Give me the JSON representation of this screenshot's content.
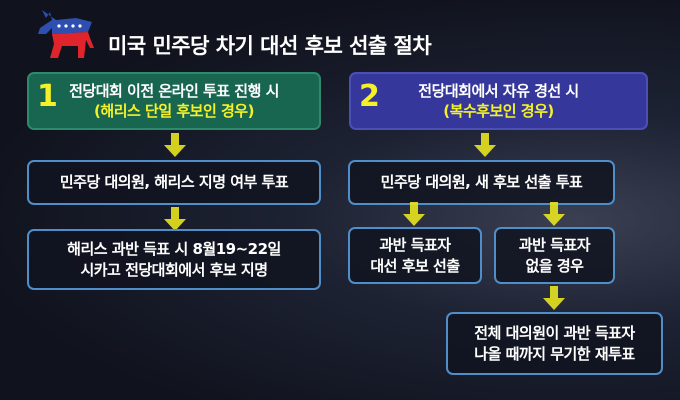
{
  "title": "미국 민주당 차기 대선 후보 선출 절차",
  "colors": {
    "accent_yellow": "#f4f129",
    "teal": "#18664f",
    "purple": "#35389a",
    "border_blue": "#4f8ec9"
  },
  "left": {
    "number": "1",
    "heading": "전당대회 이전 온라인 투표 진행 시",
    "subheading": "(해리스 단일 후보인 경우)",
    "step1": "민주당 대의원, 해리스 지명 여부 투표",
    "step2_line1": "해리스 과반 득표 시 8월19~22일",
    "step2_line2": "시카고 전당대회에서 후보 지명"
  },
  "right": {
    "number": "2",
    "heading": "전당대회에서 자유 경선 시",
    "subheading": "(복수후보인 경우)",
    "step1": "민주당 대의원, 새 후보 선출 투표",
    "branch_a_line1": "과반 득표자",
    "branch_a_line2": "대선 후보 선출",
    "branch_b_line1": "과반 득표자",
    "branch_b_line2": "없을 경우",
    "final_line1": "전체 대의원이 과반 득표자",
    "final_line2": "나올 때까지 무기한 재투표"
  }
}
